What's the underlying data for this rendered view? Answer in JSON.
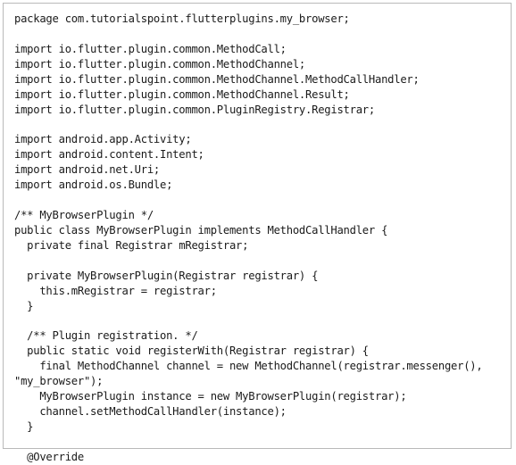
{
  "code": {
    "lines": [
      "package com.tutorialspoint.flutterplugins.my_browser;",
      "",
      "import io.flutter.plugin.common.MethodCall;",
      "import io.flutter.plugin.common.MethodChannel;",
      "import io.flutter.plugin.common.MethodChannel.MethodCallHandler;",
      "import io.flutter.plugin.common.MethodChannel.Result;",
      "import io.flutter.plugin.common.PluginRegistry.Registrar;",
      "",
      "import android.app.Activity;",
      "import android.content.Intent;",
      "import android.net.Uri;",
      "import android.os.Bundle;",
      "",
      "/** MyBrowserPlugin */",
      "public class MyBrowserPlugin implements MethodCallHandler {",
      "  private final Registrar mRegistrar;",
      "",
      "  private MyBrowserPlugin(Registrar registrar) {",
      "    this.mRegistrar = registrar;",
      "  }",
      "",
      "  /** Plugin registration. */",
      "  public static void registerWith(Registrar registrar) {",
      "    final MethodChannel channel = new MethodChannel(registrar.messenger(),",
      "\"my_browser\");",
      "    MyBrowserPlugin instance = new MyBrowserPlugin(registrar);",
      "    channel.setMethodCallHandler(instance);",
      "  }",
      "",
      "  @Override"
    ]
  }
}
